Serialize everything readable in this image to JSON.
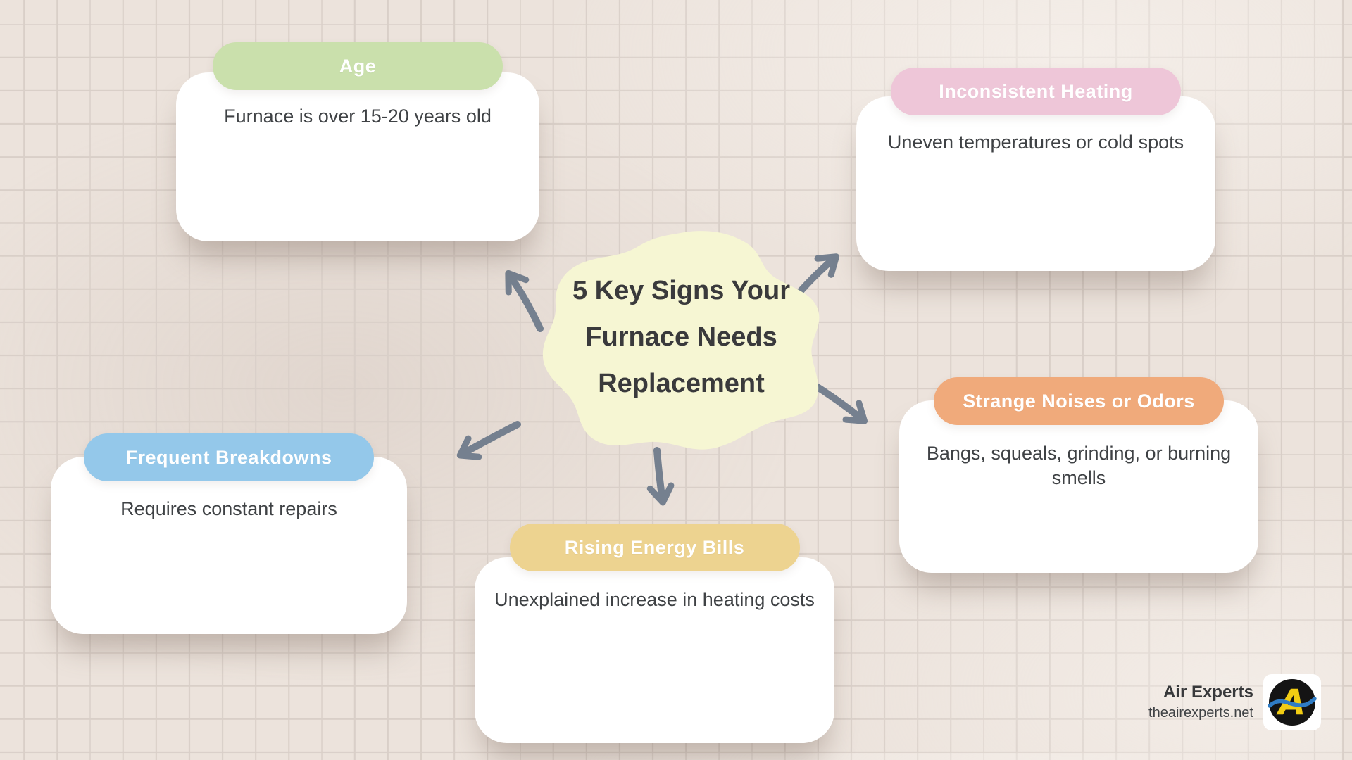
{
  "title": {
    "lines": [
      "5 Key Signs Your",
      "Furnace Needs",
      "Replacement"
    ]
  },
  "cards": [
    {
      "id": "age",
      "label": "Age",
      "description": "Furnace is over 15-20 years old",
      "color": "#cae0ac"
    },
    {
      "id": "inconsistent-heating",
      "label": "Inconsistent Heating",
      "description": "Uneven temperatures or cold spots",
      "color": "#eec6d8"
    },
    {
      "id": "strange-noises-or-odors",
      "label": "Strange Noises or Odors",
      "description": "Bangs, squeals, grinding, or burning smells",
      "color": "#f0aa7b"
    },
    {
      "id": "frequent-breakdowns",
      "label": "Frequent Breakdowns",
      "description": "Requires constant repairs",
      "color": "#94c8ea"
    },
    {
      "id": "rising-energy-bills",
      "label": "Rising Energy Bills",
      "description": "Unexplained increase in heating costs",
      "color": "#edd390"
    }
  ],
  "footer": {
    "brand": "Air Experts",
    "website": "theairexperts.net",
    "logo_letter": "A"
  },
  "colors": {
    "background": "#ece3dc",
    "grid_line": "#d9cfc8",
    "card": "#ffffff",
    "arrow": "#75808f",
    "blob": "#f6f6d3",
    "title_text": "#3a3a3c",
    "body_text": "#3f4245",
    "brand_yellow": "#f2cd13",
    "brand_blue": "#2f7cc4"
  }
}
